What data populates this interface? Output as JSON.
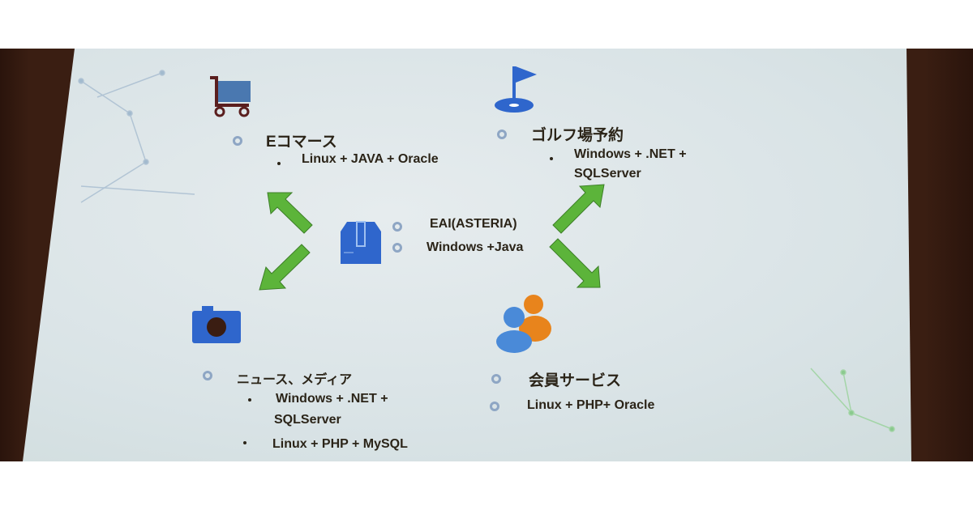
{
  "nodes": {
    "ecommerce": {
      "title": "Eコマース",
      "items": [
        "Linux + JAVA + Oracle"
      ]
    },
    "golf": {
      "title": "ゴルフ場予約",
      "items": [
        "Windows + .NET +",
        "SQLServer"
      ]
    },
    "eai": {
      "lines": [
        "EAI(ASTERIA)",
        "Windows +Java"
      ]
    },
    "news": {
      "title": "ニュース、メディア",
      "items": [
        "Windows + .NET +",
        "SQLServer",
        "Linux + PHP + MySQL"
      ]
    },
    "members": {
      "title": "会員サービス",
      "items": [
        "Linux + PHP+ Oracle"
      ]
    }
  },
  "colors": {
    "arrow": "#5cb43a",
    "icon_blue": "#2f66cc",
    "text": "#2b2418"
  }
}
